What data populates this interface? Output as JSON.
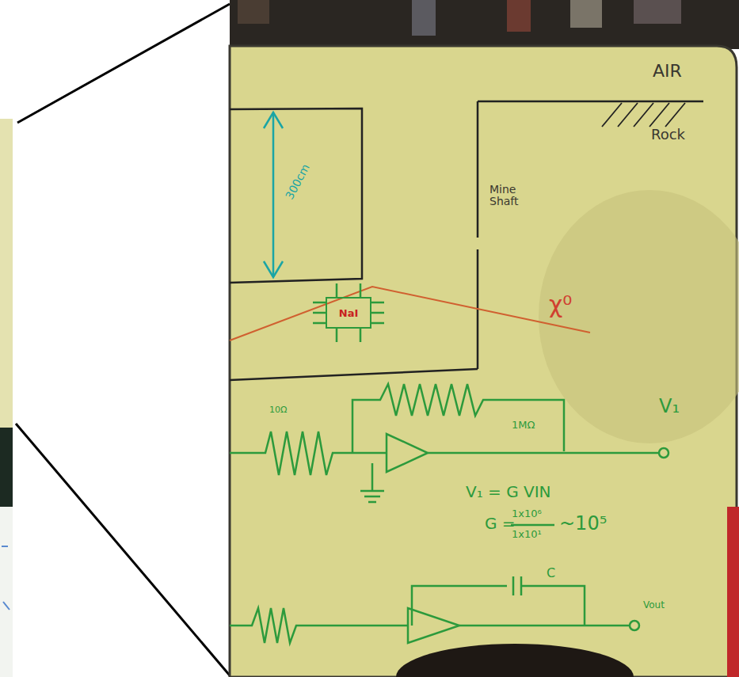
{
  "diagram": {
    "nodes": [
      {
        "text": [
          "NaI"
        ]
      }
    ],
    "labels": [
      "AIR",
      "Rock",
      "300cm",
      "Mine Shaft",
      "χ⁰",
      "10Ω",
      "1MΩ",
      "V₁",
      "V₁ = G VIN",
      "G =",
      "1x10⁶",
      "1x10¹",
      "~10⁵",
      "C",
      "Vout"
    ]
  }
}
